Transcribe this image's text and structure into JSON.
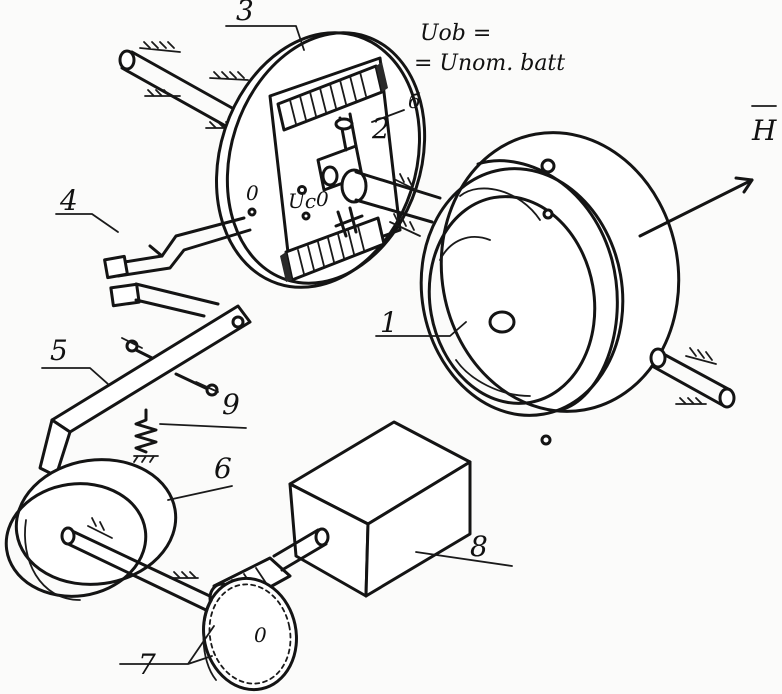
{
  "labels": {
    "n1": "1",
    "n2": "2",
    "n3": "3",
    "n4": "4",
    "n5": "5",
    "n6": "6",
    "n7": "7",
    "n8": "8",
    "n9": "9",
    "o_left": "0",
    "o_small": "0",
    "o_wheel": "0",
    "b": "б",
    "uc": "Uc",
    "h_vector": "H",
    "uob_line1": "Uob =",
    "uob_line2": "= Unom. batt"
  }
}
